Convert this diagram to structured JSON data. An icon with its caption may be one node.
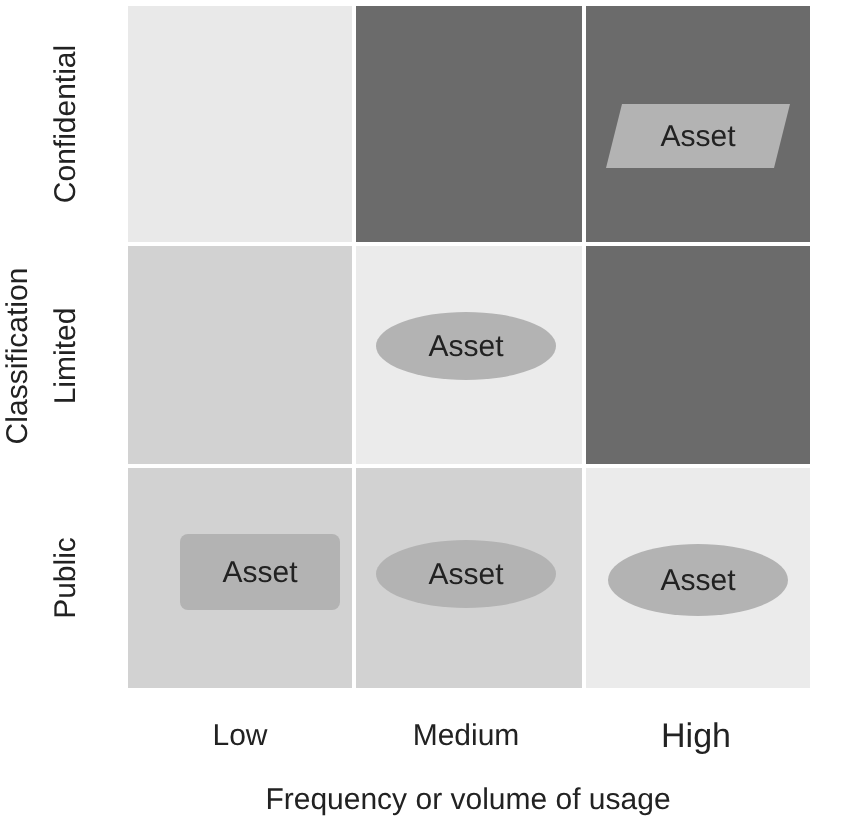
{
  "diagram": {
    "nodes": [
      {
        "text": [
          "Asset"
        ]
      },
      {
        "text": [
          "Asset"
        ]
      },
      {
        "text": [
          "Asset"
        ]
      },
      {
        "text": [
          "Asset"
        ]
      },
      {
        "text": [
          "Asset"
        ]
      }
    ],
    "labels": [
      "Confidential",
      "Limited",
      "Public",
      "Classification",
      "Low",
      "Medium",
      "High",
      "Frequency or volume of usage"
    ]
  }
}
